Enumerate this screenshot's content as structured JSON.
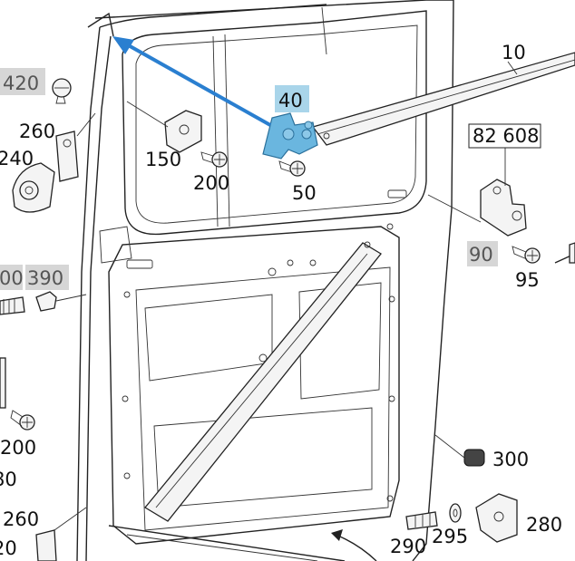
{
  "labels": {
    "l10": "10",
    "l20": "20",
    "l40": "40",
    "l50": "50",
    "l80": "80",
    "l90": "90",
    "l95": "95",
    "l150": "150",
    "l200a": "200",
    "l200b": "200",
    "l240": "240",
    "l260a": "260",
    "l260b": "260",
    "l280": "280",
    "l290": "290",
    "l295": "295",
    "l300": "300",
    "l390": "390",
    "l400": "00",
    "l420": "420",
    "l82608": "82 608"
  },
  "colors": {
    "highlight_bg": "#a9d5ea",
    "grey_bg": "#d6d6d6",
    "arrow": "#2a7fd0",
    "selected_part": "#6ab6df"
  }
}
